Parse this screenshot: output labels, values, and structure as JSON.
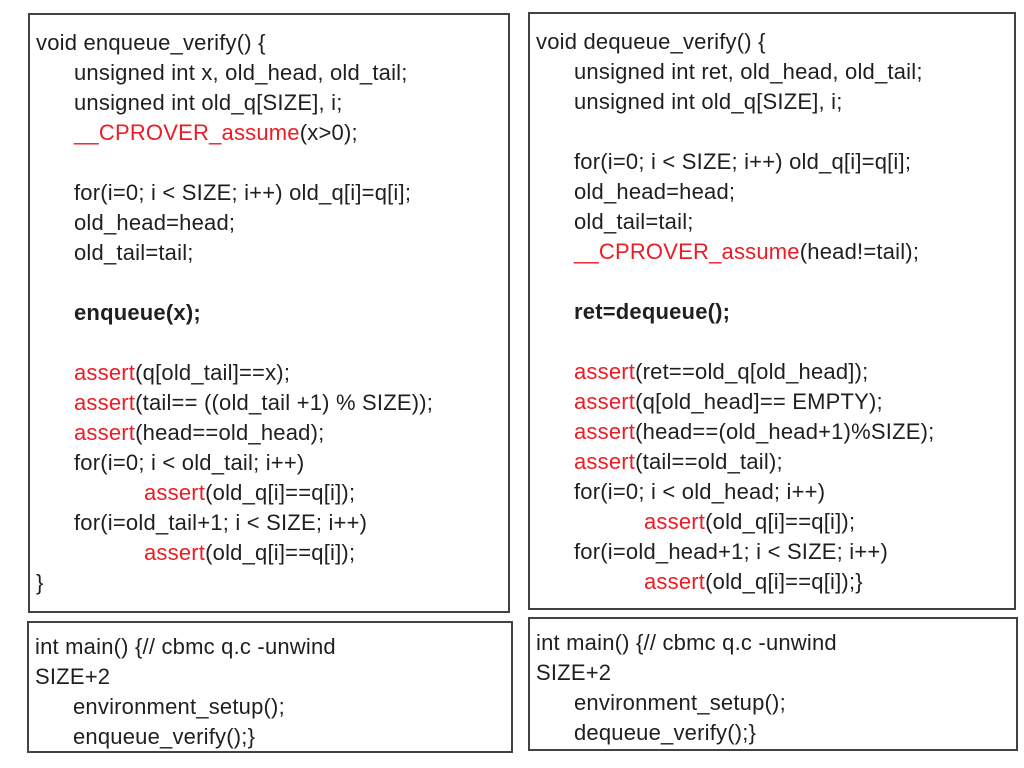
{
  "colors": {
    "background": "#ffffff",
    "text": "#1f1f1f",
    "keyword_red": "#ed1c24",
    "border": "#424242"
  },
  "panels": {
    "enqueue_verify": {
      "lines": [
        {
          "ind": 0,
          "s": [
            {
              "t": "void enqueue_verify() {"
            }
          ]
        },
        {
          "ind": 1,
          "s": [
            {
              "t": "unsigned int x, old_head, old_tail;"
            }
          ]
        },
        {
          "ind": 1,
          "s": [
            {
              "t": "unsigned int old_q[SIZE], i;"
            }
          ]
        },
        {
          "ind": 1,
          "s": [
            {
              "t": "__CPROVER_assume",
              "c": "red"
            },
            {
              "t": "(x>0);"
            }
          ]
        },
        {
          "ind": 0,
          "s": []
        },
        {
          "ind": 1,
          "s": [
            {
              "t": "for(i=0; i < SIZE; i++) old_q[i]=q[i];"
            }
          ]
        },
        {
          "ind": 1,
          "s": [
            {
              "t": "old_head=head;"
            }
          ]
        },
        {
          "ind": 1,
          "s": [
            {
              "t": "old_tail=tail;"
            }
          ]
        },
        {
          "ind": 0,
          "s": []
        },
        {
          "ind": 1,
          "s": [
            {
              "t": "enqueue(x);",
              "c": "bold"
            }
          ]
        },
        {
          "ind": 0,
          "s": []
        },
        {
          "ind": 1,
          "s": [
            {
              "t": "assert",
              "c": "red"
            },
            {
              "t": "(q[old_tail]==x);"
            }
          ]
        },
        {
          "ind": 1,
          "s": [
            {
              "t": "assert",
              "c": "red"
            },
            {
              "t": "(tail== ((old_tail +1) % SIZE));"
            }
          ]
        },
        {
          "ind": 1,
          "s": [
            {
              "t": "assert",
              "c": "red"
            },
            {
              "t": "(head==old_head);"
            }
          ]
        },
        {
          "ind": 1,
          "s": [
            {
              "t": "for(i=0; i < old_tail; i++)"
            }
          ]
        },
        {
          "ind": 2,
          "s": [
            {
              "t": "assert",
              "c": "red"
            },
            {
              "t": "(old_q[i]==q[i]);"
            }
          ]
        },
        {
          "ind": 1,
          "s": [
            {
              "t": "for(i=old_tail+1; i < SIZE; i++)"
            }
          ]
        },
        {
          "ind": 2,
          "s": [
            {
              "t": "assert",
              "c": "red"
            },
            {
              "t": "(old_q[i]==q[i]);"
            }
          ]
        },
        {
          "ind": 0,
          "s": [
            {
              "t": "}"
            }
          ]
        }
      ]
    },
    "dequeue_verify": {
      "lines": [
        {
          "ind": 0,
          "s": [
            {
              "t": "void dequeue_verify() {"
            }
          ]
        },
        {
          "ind": 1,
          "s": [
            {
              "t": "unsigned int ret, old_head, old_tail;"
            }
          ]
        },
        {
          "ind": 1,
          "s": [
            {
              "t": "unsigned int old_q[SIZE], i;"
            }
          ]
        },
        {
          "ind": 0,
          "s": []
        },
        {
          "ind": 1,
          "s": [
            {
              "t": "for(i=0; i < SIZE; i++) old_q[i]=q[i];"
            }
          ]
        },
        {
          "ind": 1,
          "s": [
            {
              "t": "old_head=head;"
            }
          ]
        },
        {
          "ind": 1,
          "s": [
            {
              "t": "old_tail=tail;"
            }
          ]
        },
        {
          "ind": 1,
          "s": [
            {
              "t": "__CPROVER_assume",
              "c": "red"
            },
            {
              "t": "(head!=tail);"
            }
          ]
        },
        {
          "ind": 0,
          "s": []
        },
        {
          "ind": 1,
          "s": [
            {
              "t": "ret=dequeue();",
              "c": "bold"
            }
          ]
        },
        {
          "ind": 0,
          "s": []
        },
        {
          "ind": 1,
          "s": [
            {
              "t": "assert",
              "c": "red"
            },
            {
              "t": "(ret==old_q[old_head]);"
            }
          ]
        },
        {
          "ind": 1,
          "s": [
            {
              "t": "assert",
              "c": "red"
            },
            {
              "t": "(q[old_head]== EMPTY);"
            }
          ]
        },
        {
          "ind": 1,
          "s": [
            {
              "t": "assert",
              "c": "red"
            },
            {
              "t": "(head==(old_head+1)%SIZE);"
            }
          ]
        },
        {
          "ind": 1,
          "s": [
            {
              "t": "assert",
              "c": "red"
            },
            {
              "t": "(tail==old_tail);"
            }
          ]
        },
        {
          "ind": 1,
          "s": [
            {
              "t": "for(i=0; i < old_head; i++)"
            }
          ]
        },
        {
          "ind": 2,
          "s": [
            {
              "t": "assert",
              "c": "red"
            },
            {
              "t": "(old_q[i]==q[i]);"
            }
          ]
        },
        {
          "ind": 1,
          "s": [
            {
              "t": "for(i=old_head+1; i < SIZE; i++)"
            }
          ]
        },
        {
          "ind": 2,
          "s": [
            {
              "t": "assert",
              "c": "red"
            },
            {
              "t": "(old_q[i]==q[i]);}"
            }
          ]
        }
      ]
    },
    "main_enqueue": {
      "lines": [
        {
          "ind": 0,
          "s": [
            {
              "t": "int main() {// cbmc q.c -unwind"
            }
          ]
        },
        {
          "ind": 0,
          "s": [
            {
              "t": "SIZE+2"
            }
          ]
        },
        {
          "ind": 1,
          "s": [
            {
              "t": "environment_setup();"
            }
          ]
        },
        {
          "ind": 1,
          "s": [
            {
              "t": "enqueue_verify();}"
            }
          ]
        }
      ]
    },
    "main_dequeue": {
      "lines": [
        {
          "ind": 0,
          "s": [
            {
              "t": "int main() {// cbmc q.c -unwind"
            }
          ]
        },
        {
          "ind": 0,
          "s": [
            {
              "t": "SIZE+2"
            }
          ]
        },
        {
          "ind": 1,
          "s": [
            {
              "t": "environment_setup();"
            }
          ]
        },
        {
          "ind": 1,
          "s": [
            {
              "t": "dequeue_verify();}"
            }
          ]
        }
      ]
    }
  }
}
